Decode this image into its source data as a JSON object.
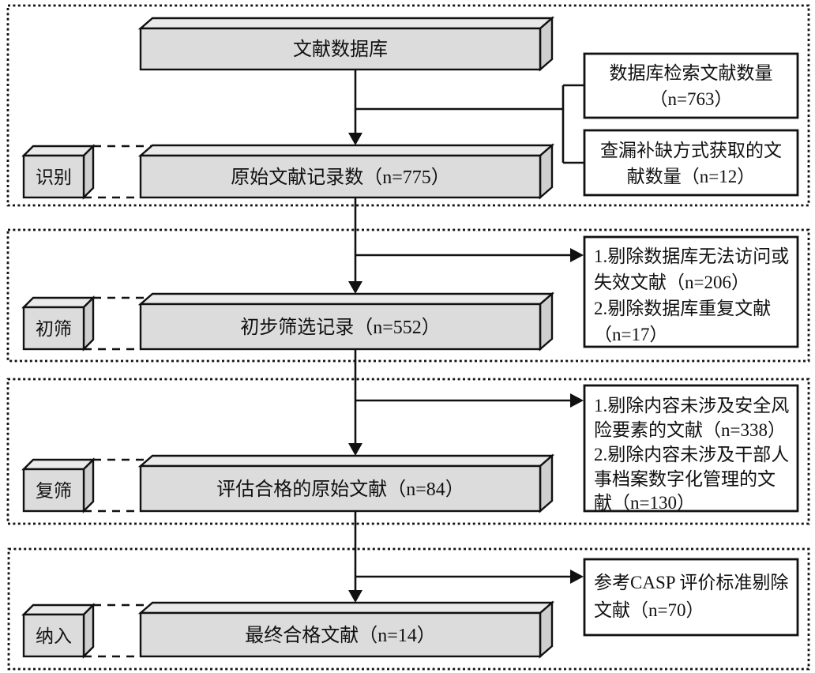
{
  "title": "文献筛选流程图",
  "colors": {
    "box_front": "#dcdcdc",
    "box_top": "#eaeaea",
    "box_side": "#cfcfcf",
    "stroke": "#111111",
    "background": "#ffffff"
  },
  "top_box": {
    "label": "文献数据库"
  },
  "source_boxes": [
    {
      "lines": [
        "数据库检索文献数量",
        "（n=763）"
      ]
    },
    {
      "lines": [
        "查漏补缺方式获取的文",
        "献数量（n=12）"
      ]
    }
  ],
  "stages": [
    {
      "tag": "识别",
      "main": "原始文献记录数（n=775）"
    },
    {
      "tag": "初筛",
      "main": "初步筛选记录（n=552）",
      "side_lines": [
        "1.剔除数据库无法访问或",
        "失效文献（n=206）",
        "2.剔除数据库重复文献",
        "（n=17）"
      ]
    },
    {
      "tag": "复筛",
      "main": "评估合格的原始文献（n=84）",
      "side_lines": [
        "1.剔除内容未涉及安全风",
        "险要素的文献（n=338）",
        "2.剔除内容未涉及干部人",
        "事档案数字化管理的文",
        "献（n=130）"
      ]
    },
    {
      "tag": "纳入",
      "main": "最终合格文献（n=14）",
      "side_lines": [
        "参考CASP 评价标准剔除",
        "文献（n=70）"
      ]
    }
  ]
}
